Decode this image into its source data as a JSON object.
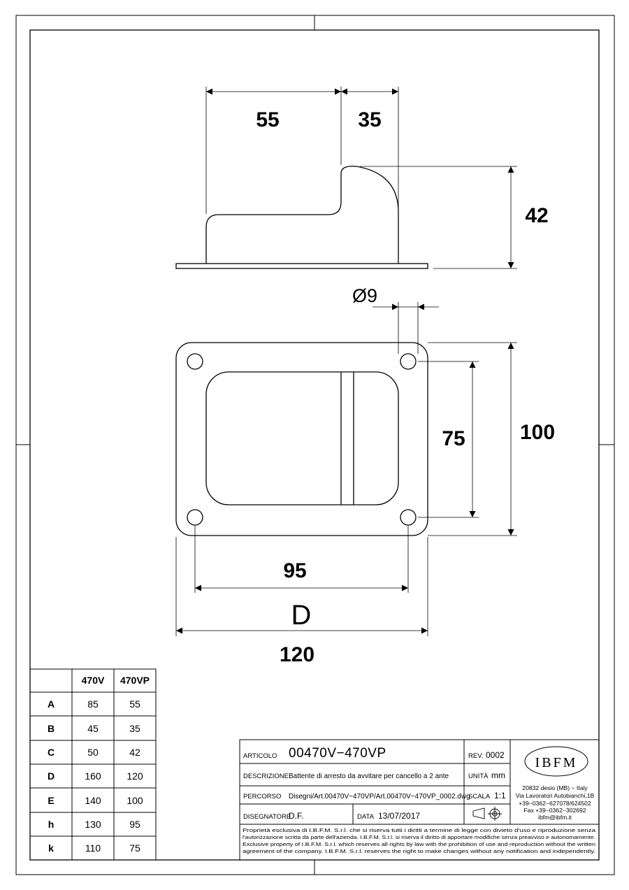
{
  "dimensions": {
    "side_width_left": "55",
    "side_width_right": "35",
    "side_height": "42",
    "hole_diameter": "Ø9",
    "hole_spacing_vertical": "75",
    "plate_height": "100",
    "hole_spacing_horizontal": "95",
    "label_d": "D",
    "plate_width": "120"
  },
  "variant_table": {
    "headers": [
      "",
      "470V",
      "470VP"
    ],
    "rows": [
      {
        "key": "A",
        "v470v": "85",
        "v470vp": "55"
      },
      {
        "key": "B",
        "v470v": "45",
        "v470vp": "35"
      },
      {
        "key": "C",
        "v470v": "50",
        "v470vp": "42"
      },
      {
        "key": "D",
        "v470v": "160",
        "v470vp": "120"
      },
      {
        "key": "E",
        "v470v": "140",
        "v470vp": "100"
      },
      {
        "key": "h",
        "v470v": "130",
        "v470vp": "95"
      },
      {
        "key": "k",
        "v470v": "110",
        "v470vp": "75"
      }
    ]
  },
  "title_block": {
    "articolo_label": "ARTICOLO",
    "articolo_value": "00470V−470VP",
    "rev_label": "REV.",
    "rev_value": "0002",
    "descrizione_label": "DESCRIZIONE",
    "descrizione_value": "Battente di arresto da avvitare per cancello a 2 ante",
    "unita_label": "UNITÀ",
    "unita_value": "mm",
    "percorso_label": "PERCORSO",
    "percorso_value": "Disegni/Art.00470V−470VP/Art.00470V−470VP_0002.dwg",
    "scala_label": "SCALA",
    "scala_value": "1:1",
    "disegnatore_label": "DISEGNATORE",
    "disegnatore_value": "D.F.",
    "data_label": "DATA",
    "data_value": "13/07/2017",
    "company_logo": "IBFM",
    "address_lines": [
      "20832 desio (MB) − Italy",
      "Via Lavoratori Autobianchi,1B",
      "+39−0362−627078/624502",
      "Fax +39−0362−302692",
      "ibfm@ibfm.it"
    ],
    "legal_lines": [
      "Proprietà esclusiva di I.B.F.M. S.r.l. che si riserva tutti i diritti a termine di legge con divieto d'uso e riproduzione senza",
      "l'autorizzazione scritta da parte dell'azienda. I.B.F.M. S.r.l. si riserva il diritto di apportare modifiche senza preavviso e autonomamente.",
      "Exclusive property of I.B.F.M. S.r.l. which reserves all rights by law with the prohibition of use and reproduction without the written",
      "agreement of the company. I.B.F.M. S.r.l. reserves the right to make changes without any notification and independently."
    ]
  }
}
